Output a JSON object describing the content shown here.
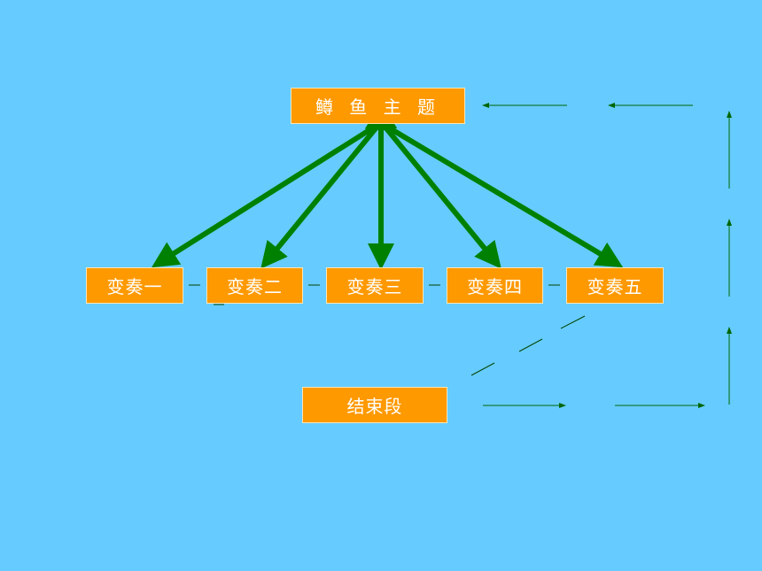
{
  "diagram": {
    "theme_label": "鳟 鱼 主 题",
    "variations": [
      "变奏一",
      "变奏二",
      "变奏三",
      "变奏四",
      "变奏五"
    ],
    "ending_label": "结束段",
    "colors": {
      "background": "#66CCFF",
      "box_fill": "#FF9900",
      "box_text": "#FFFFFF",
      "thick_arrow": "#008000",
      "thin_arrow": "#006600",
      "connector": "#004400"
    }
  }
}
